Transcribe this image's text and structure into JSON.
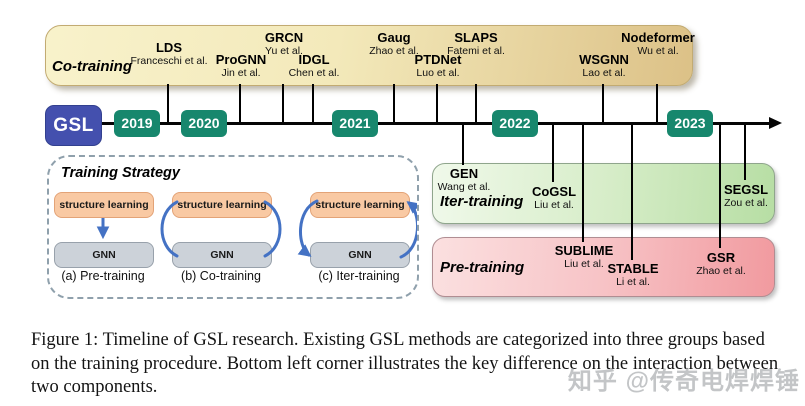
{
  "figure": {
    "timeline": {
      "root_label": "GSL",
      "years": [
        "2019",
        "2020",
        "2021",
        "2022",
        "2023"
      ]
    },
    "co_training": {
      "label": "Co-training",
      "methods": [
        {
          "name": "LDS",
          "authors": "Franceschi et al."
        },
        {
          "name": "ProGNN",
          "authors": "Jin et al."
        },
        {
          "name": "GRCN",
          "authors": "Yu et al."
        },
        {
          "name": "IDGL",
          "authors": "Chen et al."
        },
        {
          "name": "Gaug",
          "authors": "Zhao et al."
        },
        {
          "name": "PTDNet",
          "authors": "Luo et al."
        },
        {
          "name": "SLAPS",
          "authors": "Fatemi et al."
        },
        {
          "name": "WSGNN",
          "authors": "Lao et al."
        },
        {
          "name": "Nodeformer",
          "authors": "Wu et al."
        }
      ]
    },
    "iter_training": {
      "label": "Iter-training",
      "methods": [
        {
          "name": "GEN",
          "authors": "Wang et al."
        },
        {
          "name": "CoGSL",
          "authors": "Liu et al."
        },
        {
          "name": "SEGSL",
          "authors": "Zou et al."
        }
      ]
    },
    "pre_training": {
      "label": "Pre-training",
      "methods": [
        {
          "name": "SUBLIME",
          "authors": "Liu et al."
        },
        {
          "name": "STABLE",
          "authors": "Li et al."
        },
        {
          "name": "GSR",
          "authors": "Zhao et al."
        }
      ]
    },
    "strategy_panel": {
      "title": "Training Strategy",
      "top_box_label": "structure learning",
      "bottom_box_label": "GNN",
      "captions": [
        "(a) Pre-training",
        "(b) Co-training",
        "(c) Iter-training"
      ]
    }
  },
  "caption": {
    "lines": [
      "Figure 1: Timeline of GSL research. Existing GSL methods are categorized into three groups based",
      "on the training procedure. Bottom left corner illustrates the key difference on the interaction between",
      "two components."
    ]
  },
  "watermark": "知乎 @传奇电焊焊锤",
  "colors": {
    "gsl_box": "#4450ae",
    "year_badge": "#17876d",
    "banner_left": "#f8f2cb",
    "banner_right": "#dcc187",
    "iter_box_left": "#f0f9ea",
    "iter_box_right": "#b7dea4",
    "pre_box_left": "#fbe0e0",
    "pre_box_right": "#f19a9f",
    "connector_blue": "#4472c4"
  }
}
